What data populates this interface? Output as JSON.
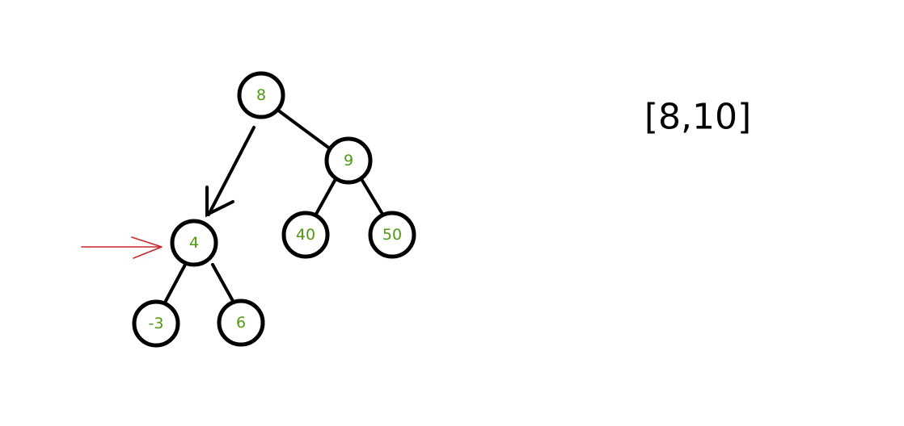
{
  "tree": {
    "nodes": [
      {
        "id": "n8",
        "label": "8"
      },
      {
        "id": "n9",
        "label": "9"
      },
      {
        "id": "n4",
        "label": "4"
      },
      {
        "id": "n40",
        "label": "40"
      },
      {
        "id": "n50",
        "label": "50"
      },
      {
        "id": "nm3",
        "label": "-3"
      },
      {
        "id": "n6",
        "label": "6"
      }
    ],
    "edges": [
      {
        "from": "n8",
        "to": "n9"
      },
      {
        "from": "n9",
        "to": "n40"
      },
      {
        "from": "n9",
        "to": "n50"
      },
      {
        "from": "n4",
        "to": "nm3"
      },
      {
        "from": "n4",
        "to": "n6"
      }
    ],
    "traversal_arrow": {
      "from": "n8",
      "to": "n4"
    },
    "pointer_target": "n4"
  },
  "range": {
    "text": "[8,10]"
  },
  "colors": {
    "node_stroke": "#000000",
    "node_label": "#4f9a10",
    "pointer_arrow": "#c8282a",
    "text": "#000000"
  }
}
